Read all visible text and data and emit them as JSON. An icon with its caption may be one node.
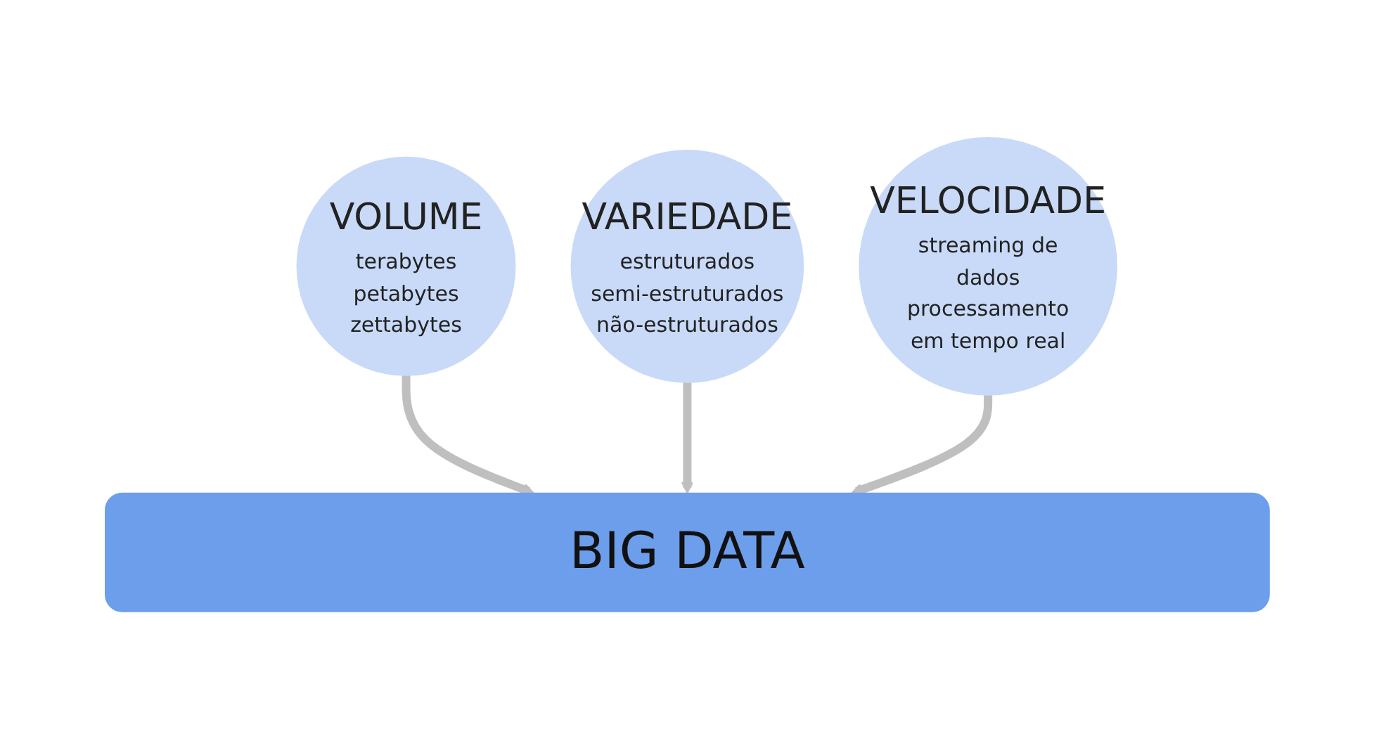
{
  "diagram": {
    "nodes": [
      {
        "text": [
          "VOLUME",
          "terabytes petabytes zettabytes"
        ]
      },
      {
        "text": [
          "VARIEDADE",
          "estruturados semi-estruturados não-estruturados"
        ]
      },
      {
        "text": [
          "VELOCIDADE",
          "streaming de dados processamento em tempo real"
        ]
      },
      {
        "text": [
          "BIG DATA"
        ]
      }
    ],
    "edges": [
      {
        "from": 0,
        "to": 3,
        "arrow": "to"
      },
      {
        "from": 1,
        "to": 3,
        "arrow": "to"
      },
      {
        "from": 2,
        "to": 3,
        "arrow": "to"
      }
    ]
  }
}
